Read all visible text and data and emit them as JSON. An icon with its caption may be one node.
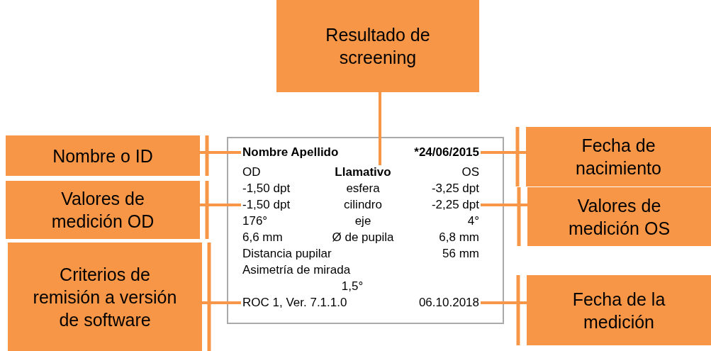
{
  "diagram": {
    "nodes": [
      {
        "text": [
          "Resultado de screening"
        ]
      },
      {
        "text": [
          "Nombre o ID"
        ]
      },
      {
        "text": [
          "Fecha de nacimiento"
        ]
      },
      {
        "text": [
          "Valores de medición OD"
        ]
      },
      {
        "text": [
          "Valores de medición OS"
        ]
      },
      {
        "text": [
          "Criterios de remisión a versión de software"
        ]
      },
      {
        "text": [
          "Fecha de la medición"
        ]
      },
      {
        "text": [],
        "shape": "box"
      },
      {
        "text": [
          "Nombre Apellido"
        ],
        "in": 7
      },
      {
        "text": [
          "*24/06/2015"
        ],
        "in": 7
      },
      {
        "text": [
          "Llamativo"
        ],
        "in": 7
      },
      {
        "text": [
          "-1,50 dpt"
        ],
        "in": 7
      },
      {
        "text": [
          "-2,25 dpt"
        ],
        "in": 7
      },
      {
        "text": [
          "ROC 1, Ver. 7.1.1.0"
        ],
        "in": 7
      },
      {
        "text": [
          "06.10.2018"
        ],
        "in": 7
      }
    ],
    "edges": [
      {
        "from": 0,
        "to": 10,
        "arrow": "none"
      },
      {
        "from": 1,
        "to": 8,
        "arrow": "none"
      },
      {
        "from": 2,
        "to": 9,
        "arrow": "none"
      },
      {
        "from": 3,
        "to": 11,
        "arrow": "none"
      },
      {
        "from": 4,
        "to": 12,
        "arrow": "none"
      },
      {
        "from": 5,
        "to": 13,
        "arrow": "none"
      },
      {
        "from": 6,
        "to": 14,
        "arrow": "none"
      }
    ],
    "labels": [
      "OD",
      "OS",
      "-1,50 dpt",
      "esfera",
      "-3,25 dpt",
      "cilindro",
      "176°",
      "eje",
      "4°",
      "6,6 mm",
      "Ø de pupila",
      "6,8 mm",
      "Distancia pupilar",
      "56 mm",
      "Asimetría de mirada",
      "1,5°"
    ]
  }
}
